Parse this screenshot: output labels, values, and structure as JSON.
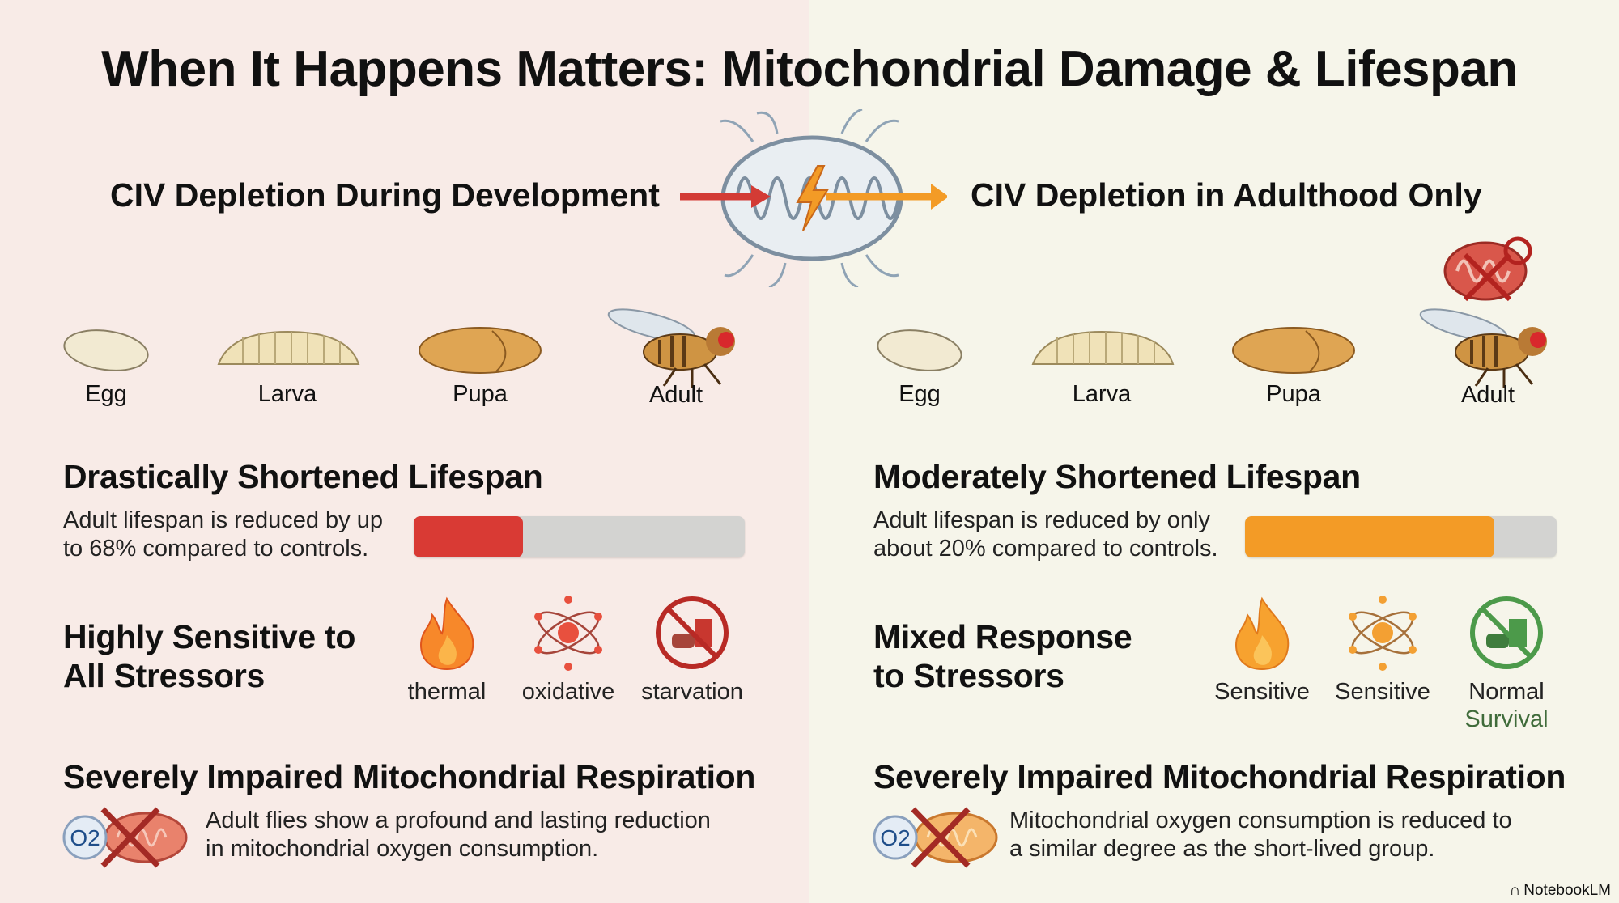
{
  "title": "When It Happens Matters: Mitochondrial Damage & Lifespan",
  "colors": {
    "left_bg": "#f8ebe7",
    "right_bg": "#f6f5ea",
    "red": "#d93a34",
    "orange": "#f39b26",
    "green": "#4c9a4a",
    "bar_track": "#d3d3d1"
  },
  "left": {
    "heading": "CIV Depletion During Development",
    "stages": [
      "Egg",
      "Larva",
      "Pupa",
      "Adult"
    ],
    "lifespan": {
      "title": "Drastically Shortened Lifespan",
      "line1": "Adult lifespan is reduced by up",
      "line2": "to 68% compared to controls.",
      "bar_fill_percent": 33
    },
    "stress": {
      "title_line1": "Highly Sensitive to",
      "title_line2": "All Stressors",
      "items": [
        {
          "icon": "fire-icon",
          "label": "thermal"
        },
        {
          "icon": "atom-icon",
          "label": "oxidative"
        },
        {
          "icon": "no-food-icon",
          "label": "starvation"
        }
      ]
    },
    "respiration": {
      "title": "Severely Impaired Mitochondrial Respiration",
      "line1": "Adult flies show a profound and lasting reduction",
      "line2": "in mitochondrial oxygen consumption.",
      "o2": "O2"
    }
  },
  "right": {
    "heading": "CIV Depletion in Adulthood Only",
    "stages": [
      "Egg",
      "Larva",
      "Pupa",
      "Adult"
    ],
    "lifespan": {
      "title": "Moderately Shortened Lifespan",
      "line1": "Adult lifespan is reduced by only",
      "line2": "about 20% compared to controls.",
      "bar_fill_percent": 80
    },
    "stress": {
      "title_line1": "Mixed Response",
      "title_line2": "to Stressors",
      "items": [
        {
          "icon": "fire-icon",
          "label": "Sensitive"
        },
        {
          "icon": "atom-icon",
          "label": "Sensitive"
        },
        {
          "icon": "no-food-icon",
          "label": "Normal",
          "sublabel": "Survival"
        }
      ]
    },
    "respiration": {
      "title": "Severely Impaired Mitochondrial Respiration",
      "line1": "Mitochondrial oxygen consumption is reduced to",
      "line2": "a similar degree as the short-lived group.",
      "o2": "O2"
    }
  },
  "brand": "NotebookLM"
}
